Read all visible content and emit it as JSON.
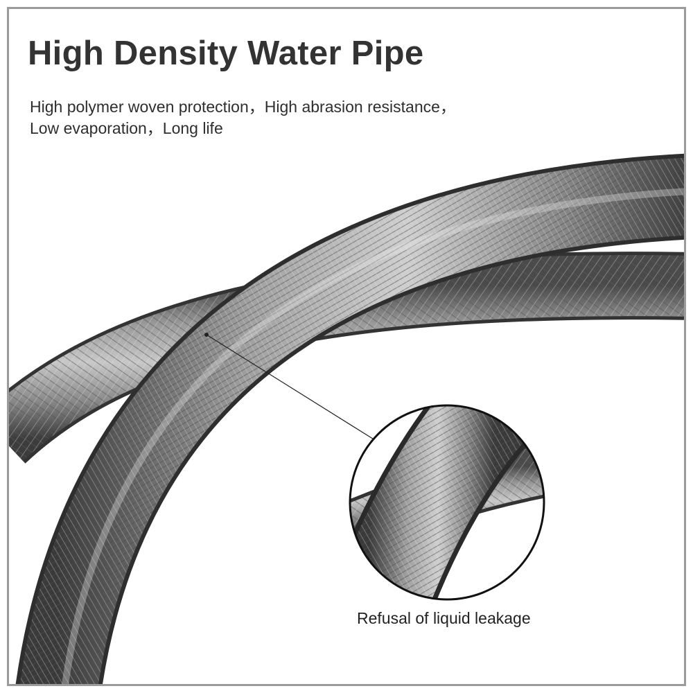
{
  "title": "High Density Water Pipe",
  "description": {
    "line1": "High polymer woven protection，High abrasion resistance，",
    "line2": "Low evaporation，Long life"
  },
  "callout": {
    "caption": "Refusal of liquid leakage"
  },
  "colors": {
    "border": "#9b9b9b",
    "hose_dark": "#3a3a3a",
    "hose_mid": "#7d7d7d",
    "hose_light": "#c9c9c9",
    "text": "#333333"
  }
}
